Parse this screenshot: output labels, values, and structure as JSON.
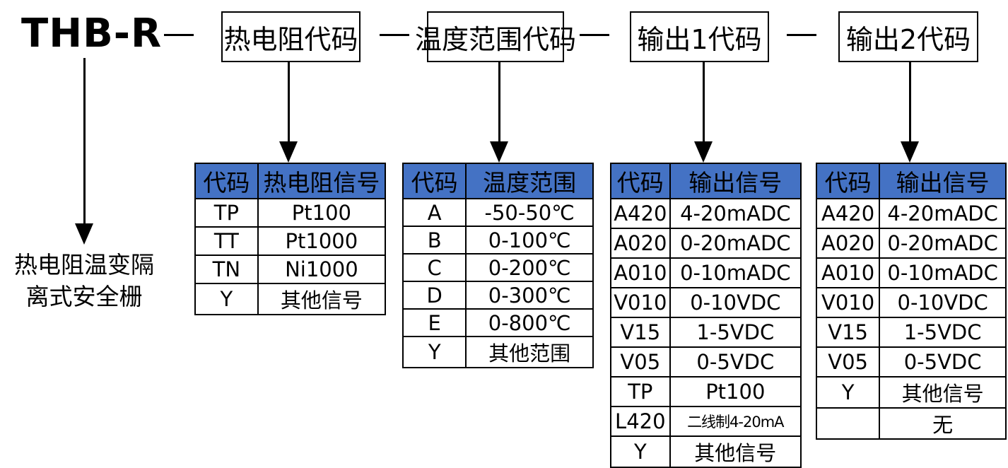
{
  "model": {
    "code": "THB-R",
    "product_name_line1": "热电阻温变隔",
    "product_name_line2": "离式安全栅"
  },
  "segments": [
    {
      "label": "热电阻代码"
    },
    {
      "label": "温度范围代码"
    },
    {
      "label": "输出1代码"
    },
    {
      "label": "输出2代码"
    }
  ],
  "tables": [
    {
      "headers": [
        "代码",
        "热电阻信号"
      ],
      "rows": [
        [
          "TP",
          "Pt100"
        ],
        [
          "TT",
          "Pt1000"
        ],
        [
          "TN",
          "Ni1000"
        ],
        [
          "Y",
          "其他信号"
        ]
      ]
    },
    {
      "headers": [
        "代码",
        "温度范围"
      ],
      "rows": [
        [
          "A",
          "-50-50℃"
        ],
        [
          "B",
          "0-100℃"
        ],
        [
          "C",
          "0-200℃"
        ],
        [
          "D",
          "0-300℃"
        ],
        [
          "E",
          "0-800℃"
        ],
        [
          "Y",
          "其他范围"
        ]
      ]
    },
    {
      "headers": [
        "代码",
        "输出信号"
      ],
      "rows": [
        [
          "A420",
          "4-20mADC"
        ],
        [
          "A020",
          "0-20mADC"
        ],
        [
          "A010",
          "0-10mADC"
        ],
        [
          "V010",
          "0-10VDC"
        ],
        [
          "V15",
          "1-5VDC"
        ],
        [
          "V05",
          "0-5VDC"
        ],
        [
          "TP",
          "Pt100"
        ],
        [
          "L420",
          "二线制4-20mA"
        ],
        [
          "Y",
          "其他信号"
        ]
      ]
    },
    {
      "headers": [
        "代码",
        "输出信号"
      ],
      "rows": [
        [
          "A420",
          "4-20mADC"
        ],
        [
          "A020",
          "0-20mADC"
        ],
        [
          "A010",
          "0-10mADC"
        ],
        [
          "V010",
          "0-10VDC"
        ],
        [
          "V15",
          "1-5VDC"
        ],
        [
          "V05",
          "0-5VDC"
        ],
        [
          "Y",
          "其他信号"
        ],
        [
          "",
          "无"
        ]
      ]
    }
  ],
  "colors": {
    "header_fill": "#4472c4",
    "line": "#000000"
  }
}
